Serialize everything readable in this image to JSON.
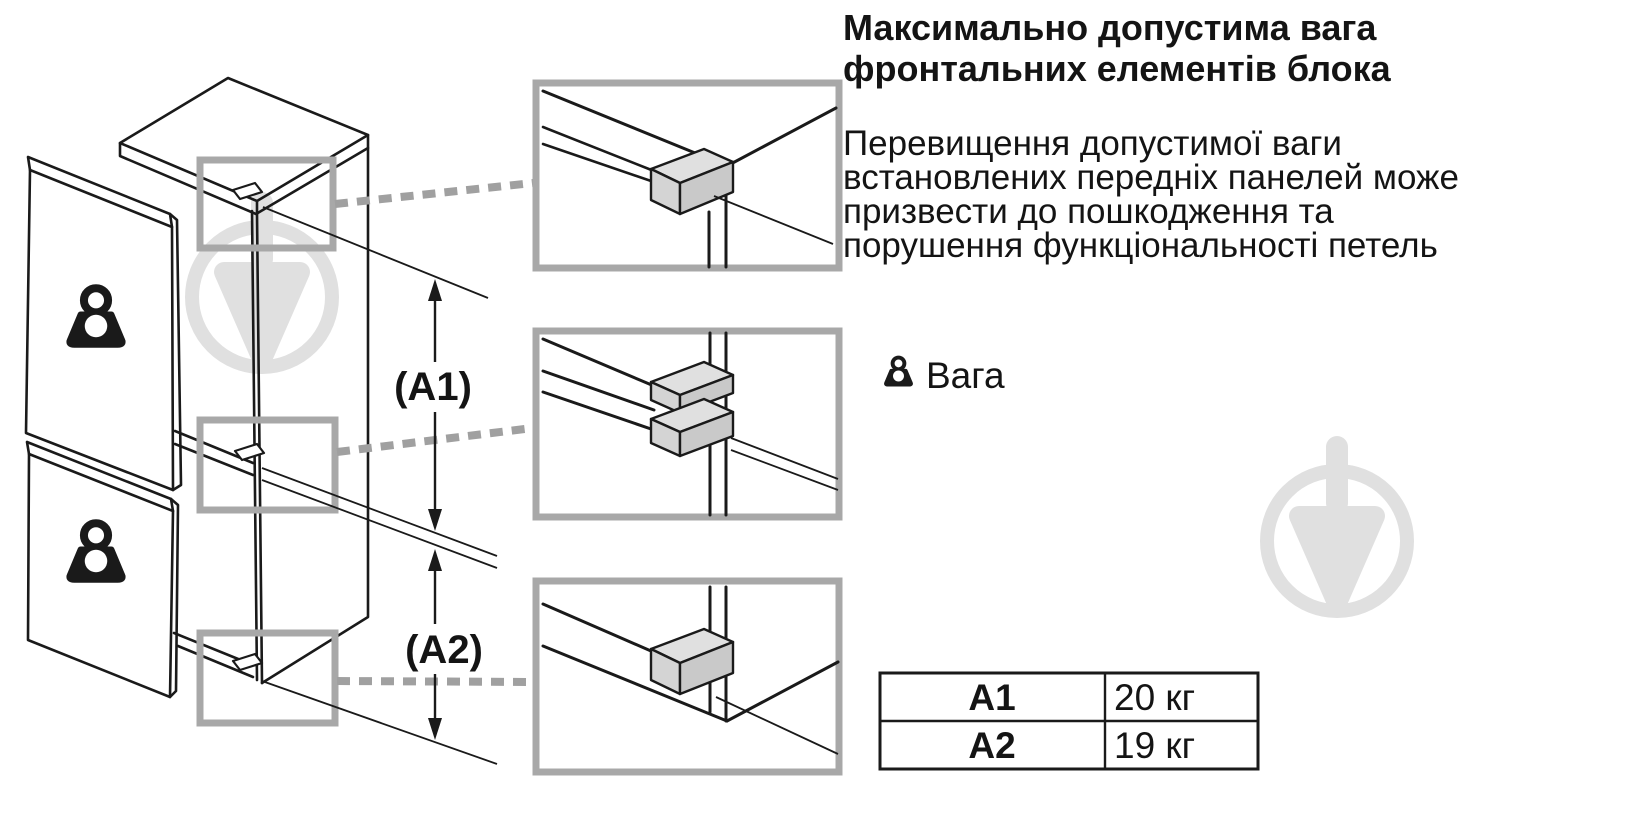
{
  "heading": {
    "line1": "Максимально допустима вага",
    "line2": "фронтальних елементів блока"
  },
  "paragraph": {
    "line1": "Перевищення допустимої ваги",
    "line2": "встановлених передніх панелей може",
    "line3": "призвести до пошкодження та",
    "line4": "порушення функціональності петель"
  },
  "legend": {
    "icon": "weight-icon",
    "label": "Вага"
  },
  "diagram": {
    "a1_label": "(A1)",
    "a2_label": "(A2)"
  },
  "table": {
    "rows": [
      {
        "key": "A1",
        "value": "20 кг"
      },
      {
        "key": "A2",
        "value": "19 кг"
      }
    ]
  },
  "colors": {
    "line": "#1a1a1a",
    "highlight_frame": "#a8a8a8",
    "dashed_callout": "#a0a0a0",
    "hinge_fill": "#d8d8d8",
    "watermark": "#e0e0e0",
    "background": "#ffffff"
  }
}
